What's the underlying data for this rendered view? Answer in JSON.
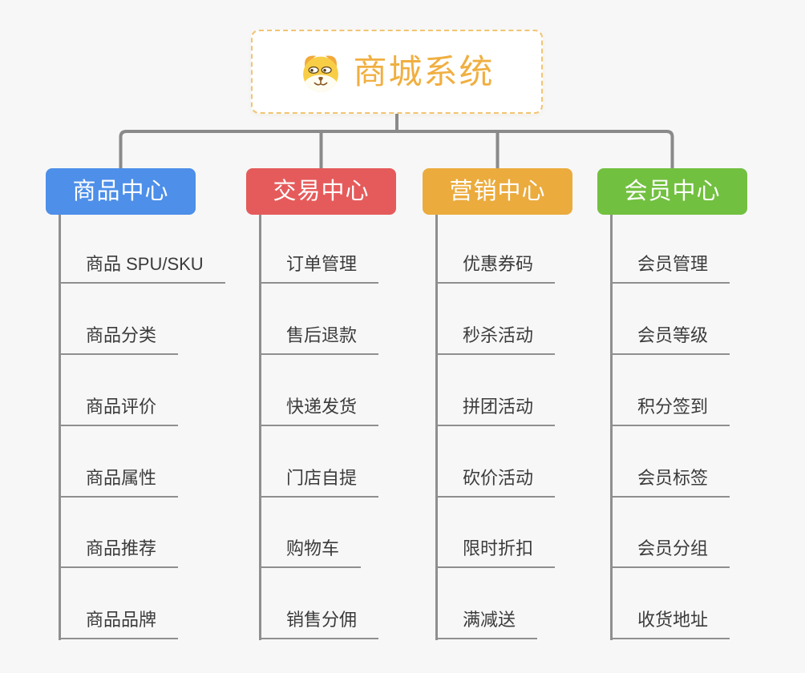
{
  "canvas": {
    "background": "#f7f7f7",
    "connector_color": "#8a8a8a"
  },
  "root": {
    "title": "商城系统",
    "title_color": "#f0af41",
    "border_color": "#f2c472",
    "icon": "dog-face-icon"
  },
  "branches": [
    {
      "label": "商品中心",
      "color": "#4d8fe9",
      "items": [
        "商品 SPU/SKU",
        "商品分类",
        "商品评价",
        "商品属性",
        "商品推荐",
        "商品品牌"
      ]
    },
    {
      "label": "交易中心",
      "color": "#e55b5b",
      "items": [
        "订单管理",
        "售后退款",
        "快递发货",
        "门店自提",
        "购物车",
        "销售分佣"
      ]
    },
    {
      "label": "营销中心",
      "color": "#ebab3d",
      "items": [
        "优惠券码",
        "秒杀活动",
        "拼团活动",
        "砍价活动",
        "限时折扣",
        "满减送"
      ]
    },
    {
      "label": "会员中心",
      "color": "#72c040",
      "items": [
        "会员管理",
        "会员等级",
        "积分签到",
        "会员标签",
        "会员分组",
        "收货地址"
      ]
    }
  ]
}
